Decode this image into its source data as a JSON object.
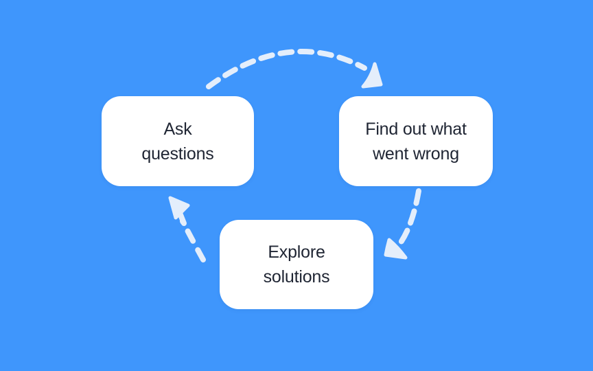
{
  "colors": {
    "background": "#3F96FC",
    "node_background": "#FFFFFF",
    "node_text": "#1F2533",
    "arrow": "#E4EEFB"
  },
  "diagram": {
    "nodes": [
      {
        "id": "ask-questions",
        "label": "Ask questions",
        "line1": "Ask",
        "line2": "questions"
      },
      {
        "id": "find-out-what-went-wrong",
        "label": "Find out what went wrong",
        "line1": "Find out what",
        "line2": "went wrong"
      },
      {
        "id": "explore-solutions",
        "label": "Explore solutions",
        "line1": "Explore",
        "line2": "solutions"
      }
    ],
    "edges": [
      {
        "from": "ask-questions",
        "to": "find-out-what-went-wrong",
        "style": "dashed-arrow",
        "position": "top-arc"
      },
      {
        "from": "find-out-what-went-wrong",
        "to": "explore-solutions",
        "style": "dashed-arrow",
        "position": "right-curve"
      },
      {
        "from": "explore-solutions",
        "to": "ask-questions",
        "style": "dashed-arrow",
        "position": "left-curve"
      }
    ]
  }
}
